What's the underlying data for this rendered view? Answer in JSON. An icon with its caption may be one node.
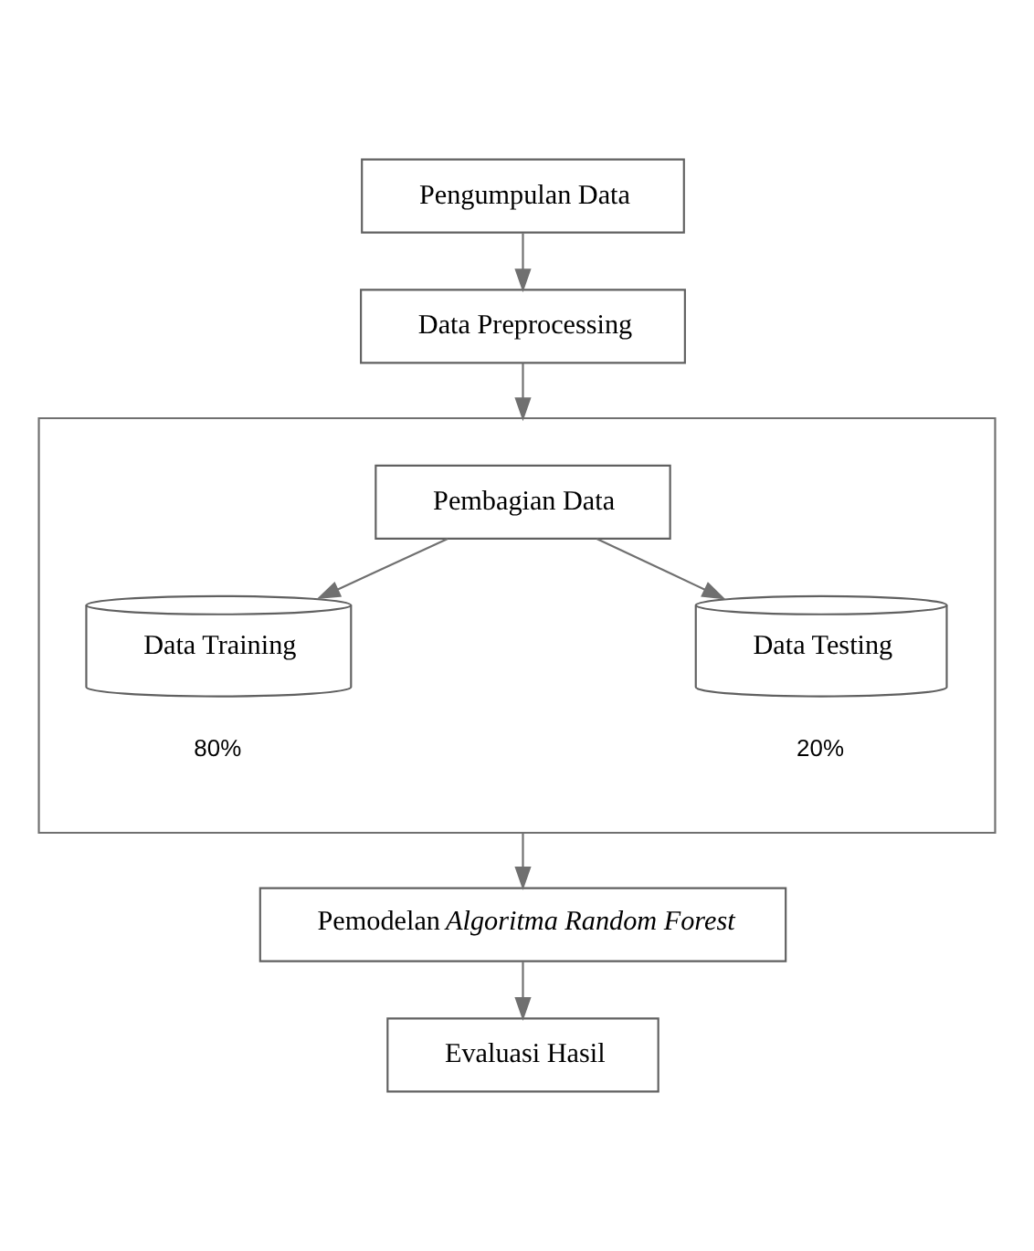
{
  "diagram": {
    "nodes": [
      {
        "text": [
          "Pengumpulan Data"
        ]
      },
      {
        "text": [
          "Data Preprocessing"
        ]
      },
      {
        "text": [],
        "shape": "box"
      },
      {
        "text": [
          "Pembagian Data"
        ],
        "in": 2
      },
      {
        "text": [
          "Data Training"
        ],
        "in": 2,
        "beside": [
          "80%"
        ]
      },
      {
        "text": [
          "Data Testing"
        ],
        "in": 2,
        "beside": [
          "20%"
        ]
      },
      {
        "text": [
          "Pemodelan *Algoritma Random Forest*"
        ]
      },
      {
        "text": [
          "Evaluasi Hasil"
        ]
      }
    ],
    "edges": [
      {
        "from": 0,
        "to": 1,
        "arrow": "to"
      },
      {
        "from": 1,
        "to": 2,
        "arrow": "to"
      },
      {
        "from": 3,
        "to": 4,
        "arrow": "to"
      },
      {
        "from": 3,
        "to": 5,
        "arrow": "to"
      },
      {
        "from": 2,
        "to": 6,
        "arrow": "to"
      },
      {
        "from": 6,
        "to": 7,
        "arrow": "to"
      }
    ]
  }
}
